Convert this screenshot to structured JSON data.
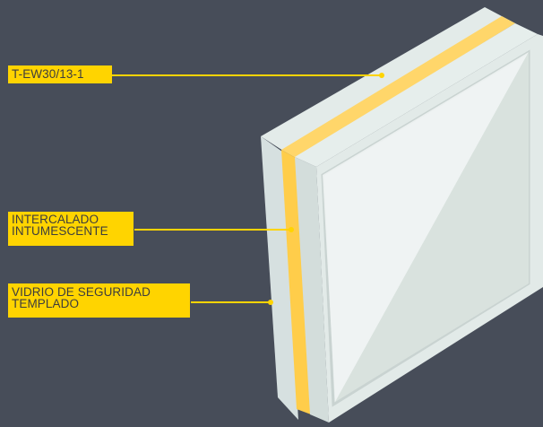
{
  "labels": {
    "top": "T-EW30/13-1",
    "middle": "INTERCALADO\nINTUMESCENTE",
    "bottom": "VIDRIO DE SEGURIDAD\nTEMPLADO"
  },
  "colors": {
    "background": "#474d59",
    "label_fill": "#ffd400",
    "leader_line": "#ffd400",
    "interlayer": "#ffc93c",
    "glass": "#dfe8e6"
  }
}
